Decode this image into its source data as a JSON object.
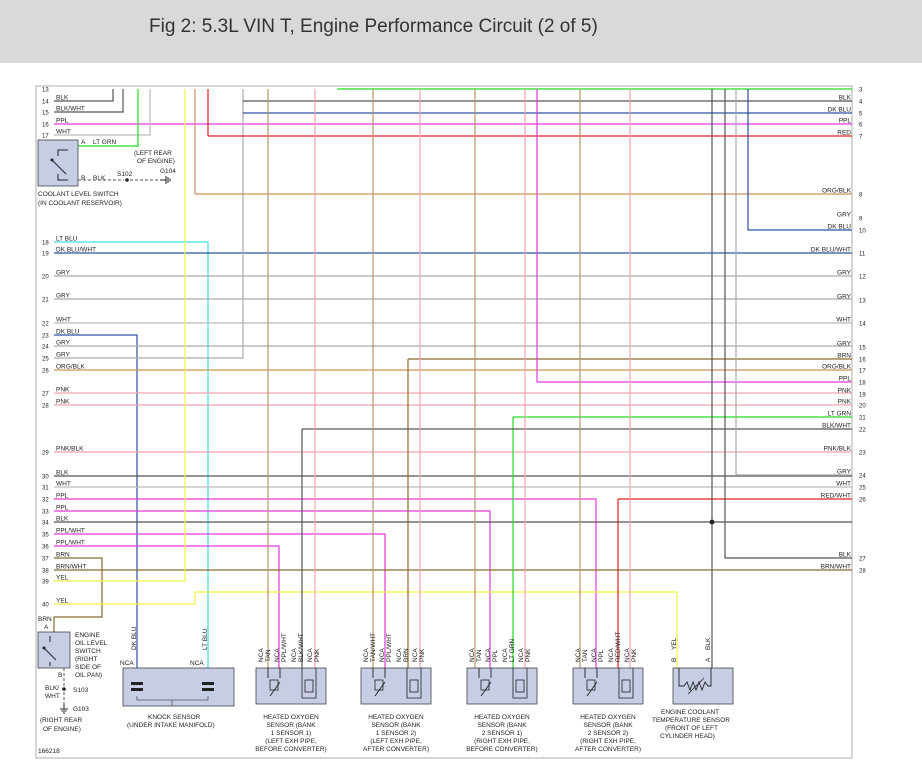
{
  "title": "Fig 2: 5.3L VIN T, Engine Performance Circuit (2 of 5)",
  "figure_id": "166218",
  "colors": {
    "background": "#ffffff",
    "title_bar": "#d9d9d9",
    "frame": "#9a9a9a",
    "wire_black": "#555555",
    "wire_white": "#bbbbbb",
    "wire_gray": "#aaaaaa",
    "wire_pink": "#f2a3ae",
    "wire_purple": "#e23ad8",
    "wire_red": "#e02020",
    "wire_dk_blue": "#2f4fa0",
    "wire_lt_blue": "#3ee0e0",
    "wire_lt_green": "#22dd22",
    "wire_orange": "#c9935a",
    "wire_tan": "#b89868",
    "wire_brown": "#8b6a2e",
    "wire_yellow": "#f2f240",
    "component_box": "#c8cde6"
  },
  "left_wires": [
    {
      "num": "13",
      "label": ""
    },
    {
      "num": "14",
      "label": "BLK"
    },
    {
      "num": "15",
      "label": "BLK/WHT"
    },
    {
      "num": "16",
      "label": "PPL"
    },
    {
      "num": "17",
      "label": "WHT"
    },
    {
      "num": "18",
      "label": "LT BLU"
    },
    {
      "num": "19",
      "label": "DK BLU/WHT"
    },
    {
      "num": "20",
      "label": "GRY"
    },
    {
      "num": "21",
      "label": "GRY"
    },
    {
      "num": "22",
      "label": "WHT"
    },
    {
      "num": "23",
      "label": "DK BLU"
    },
    {
      "num": "24",
      "label": "GRY"
    },
    {
      "num": "25",
      "label": "GRY"
    },
    {
      "num": "26",
      "label": "ORG/BLK"
    },
    {
      "num": "27",
      "label": "PNK"
    },
    {
      "num": "28",
      "label": "PNK"
    },
    {
      "num": "29",
      "label": "PNK/BLK"
    },
    {
      "num": "30",
      "label": "BLK"
    },
    {
      "num": "31",
      "label": "WHT"
    },
    {
      "num": "32",
      "label": "PPL"
    },
    {
      "num": "33",
      "label": "PPL"
    },
    {
      "num": "34",
      "label": "BLK"
    },
    {
      "num": "35",
      "label": "PPL/WHT"
    },
    {
      "num": "36",
      "label": "PPL/WHT"
    },
    {
      "num": "37",
      "label": "BRN"
    },
    {
      "num": "38",
      "label": "BRN/WHT"
    },
    {
      "num": "39",
      "label": "YEL"
    },
    {
      "num": "40",
      "label": "YEL"
    }
  ],
  "right_wires": [
    {
      "num": "3",
      "label": ""
    },
    {
      "num": "4",
      "label": "BLK"
    },
    {
      "num": "5",
      "label": "DK BLU"
    },
    {
      "num": "6",
      "label": "PPL"
    },
    {
      "num": "7",
      "label": "RED"
    },
    {
      "num": "8",
      "label": "ORG/BLK"
    },
    {
      "num": "9",
      "label": "GRY"
    },
    {
      "num": "10",
      "label": "DK BLU"
    },
    {
      "num": "11",
      "label": "DK BLU/WHT"
    },
    {
      "num": "12",
      "label": "GRY"
    },
    {
      "num": "13",
      "label": "GRY"
    },
    {
      "num": "14",
      "label": "WHT"
    },
    {
      "num": "15",
      "label": "GRY"
    },
    {
      "num": "16",
      "label": "BRN"
    },
    {
      "num": "17",
      "label": "ORG/BLK"
    },
    {
      "num": "18",
      "label": "PPL"
    },
    {
      "num": "19",
      "label": "PNK"
    },
    {
      "num": "20",
      "label": "PNK"
    },
    {
      "num": "21",
      "label": "LT GRN"
    },
    {
      "num": "22",
      "label": "BLK/WHT"
    },
    {
      "num": "23",
      "label": "PNK/BLK"
    },
    {
      "num": "24",
      "label": "GRY"
    },
    {
      "num": "25",
      "label": "WHT"
    },
    {
      "num": "26",
      "label": "RED/WHT"
    },
    {
      "num": "27",
      "label": "BLK"
    },
    {
      "num": "28",
      "label": "BRN/WHT"
    }
  ],
  "coolant_switch": {
    "pin_a": "A",
    "pin_b": "B",
    "wire_a": "LT GRN",
    "wire_b": "BLK",
    "splice": "S102",
    "ground": "G104",
    "ground_note": [
      "(LEFT REAR",
      "OF ENGINE)"
    ],
    "name": [
      "COOLANT LEVEL SWITCH",
      "(IN COOLANT RESERVOIR)"
    ]
  },
  "oil_switch": {
    "pin_a": "A",
    "pin_b": "B",
    "wire_a": "BRN",
    "wire_b": [
      "BLK/",
      "WHT"
    ],
    "splice": "S103",
    "ground": "G103",
    "ground_note": [
      "(RIGHT REAR",
      "OF ENGINE)"
    ],
    "name": [
      "ENGINE",
      "OIL LEVEL",
      "SWITCH",
      "(RIGHT",
      "SIDE OF",
      "OIL PAN)"
    ]
  },
  "knock_sensor": {
    "wire_left": "DK BLU",
    "wire_right": "LT BLU",
    "nca_left": "NCA",
    "nca_right": "NCA",
    "name": [
      "KNOCK SENSOR",
      "(UNDER INTAKE MANIFOLD)"
    ]
  },
  "o2_sensors": [
    {
      "wires": [
        "NCA",
        "TAN",
        "NCA",
        "PPL/WHT",
        "NCA",
        "BLK/WHT",
        "NCA",
        "PNK"
      ],
      "name": [
        "HEATED OXYGEN",
        "SENSOR (BANK",
        "1 SENSOR 1)",
        "(LEFT EXH PIPE,",
        "BEFORE CONVERTER)"
      ]
    },
    {
      "wires": [
        "NCA",
        "TAN/WHT",
        "NCA",
        "PPL/WHT",
        "NCA",
        "BRN",
        "NCA",
        "PNK"
      ],
      "name": [
        "HEATED OXYGEN",
        "SENSOR (BANK",
        "1 SENSOR 2)",
        "(LEFT EXH PIPE,",
        "AFTER CONVERTER)"
      ]
    },
    {
      "wires": [
        "NCA",
        "TAN",
        "NCA",
        "PPL",
        "NCA",
        "LT GRN",
        "NCA",
        "PNK"
      ],
      "name": [
        "HEATED OXYGEN",
        "SENSOR (BANK",
        "2 SENSOR 1)",
        "(RIGHT EXH PIPE,",
        "BEFORE CONVERTER)"
      ]
    },
    {
      "wires": [
        "NCA",
        "TAN",
        "NCA",
        "PPL",
        "NCA",
        "RED/WHT",
        "NCA",
        "PNK"
      ],
      "name": [
        "HEATED OXYGEN",
        "SENSOR (BANK",
        "2 SENSOR 2)",
        "(RIGHT EXH PIPE,",
        "AFTER CONVERTER)"
      ]
    }
  ],
  "ect_sensor": {
    "pin_b": "B",
    "pin_a": "A",
    "wire_b": "YEL",
    "wire_a": "BLK",
    "name": [
      "ENGINE COOLANT",
      "TEMPERATURE SENSOR",
      "(FRONT OF LEFT",
      "CYLINDER HEAD)"
    ]
  }
}
